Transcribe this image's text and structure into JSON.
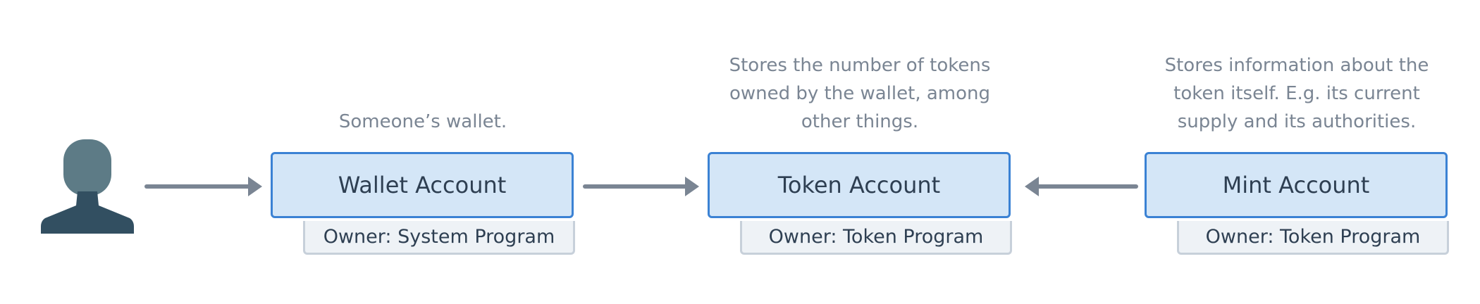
{
  "colors": {
    "box_fill": "#d4e6f7",
    "box_border": "#3b82d4",
    "tag_fill": "#eef2f6",
    "tag_border": "#c7d0da",
    "arrow": "#7a8593",
    "note_text": "#7a8593",
    "user_head": "#5d7b86",
    "user_body": "#324f61"
  },
  "user": {
    "icon": "user-icon"
  },
  "nodes": [
    {
      "id": "wallet",
      "title": "Wallet Account",
      "owner": "Owner: System Program",
      "note_lines": [
        "Someone’s wallet."
      ]
    },
    {
      "id": "token",
      "title": "Token Account",
      "owner": "Owner: Token Program",
      "note_lines": [
        "Stores the number of tokens",
        "owned by the wallet, among",
        "other things."
      ]
    },
    {
      "id": "mint",
      "title": "Mint Account",
      "owner": "Owner: Token Program",
      "note_lines": [
        "Stores information about the",
        "token itself. E.g. its current",
        "supply and its authorities."
      ]
    }
  ],
  "edges": [
    {
      "from": "user",
      "to": "wallet"
    },
    {
      "from": "wallet",
      "to": "token"
    },
    {
      "from": "mint",
      "to": "token"
    }
  ]
}
